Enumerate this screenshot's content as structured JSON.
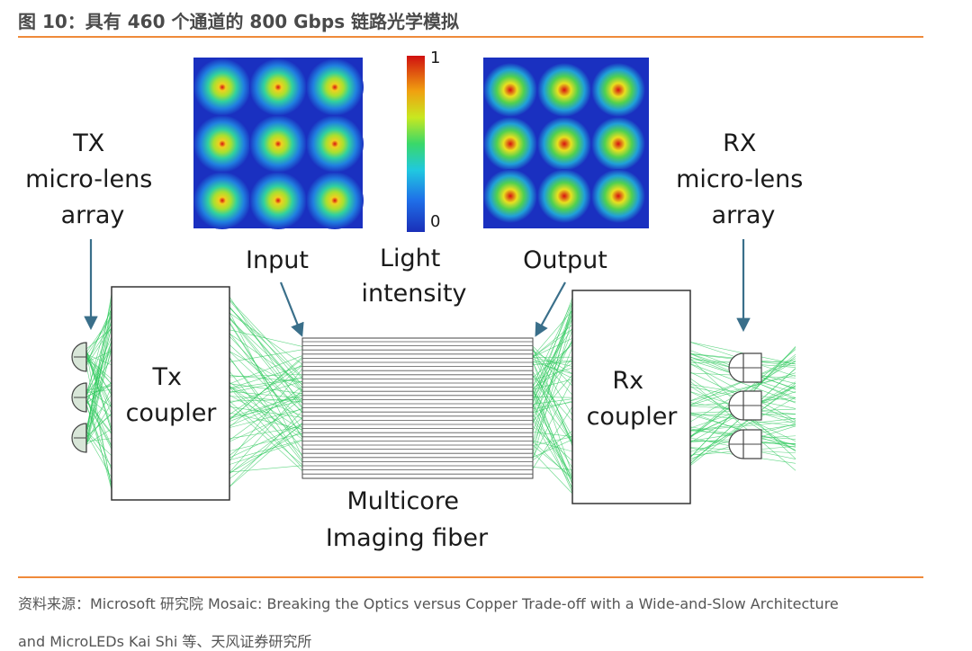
{
  "figure_title": "图 10：具有 460 个通道的 800 Gbps 链路光学模拟",
  "labels": {
    "tx_array": [
      "TX",
      "micro-lens",
      "array"
    ],
    "rx_array": [
      "RX",
      "micro-lens",
      "array"
    ],
    "tx_coupler": [
      "Tx",
      "coupler"
    ],
    "rx_coupler": [
      "Rx",
      "coupler"
    ],
    "input": "Input",
    "output": "Output",
    "light_intensity": [
      "Light",
      "intensity"
    ],
    "fiber": [
      "Multicore",
      "Imaging fiber"
    ],
    "colorbar_max": "1",
    "colorbar_min": "0"
  },
  "source_text": {
    "line1": "资料来源：Microsoft  研究院 Mosaic: Breaking the Optics versus Copper Trade-off with a Wide-and-Slow Architecture",
    "line2": "and MicroLEDs Kai Shi 等、天风证券研究所"
  },
  "colors": {
    "rule": "#ef8a3a",
    "ray": "#2ec95c",
    "heatmap_low": "#1434c8",
    "heatmap_high": "#d01010"
  }
}
